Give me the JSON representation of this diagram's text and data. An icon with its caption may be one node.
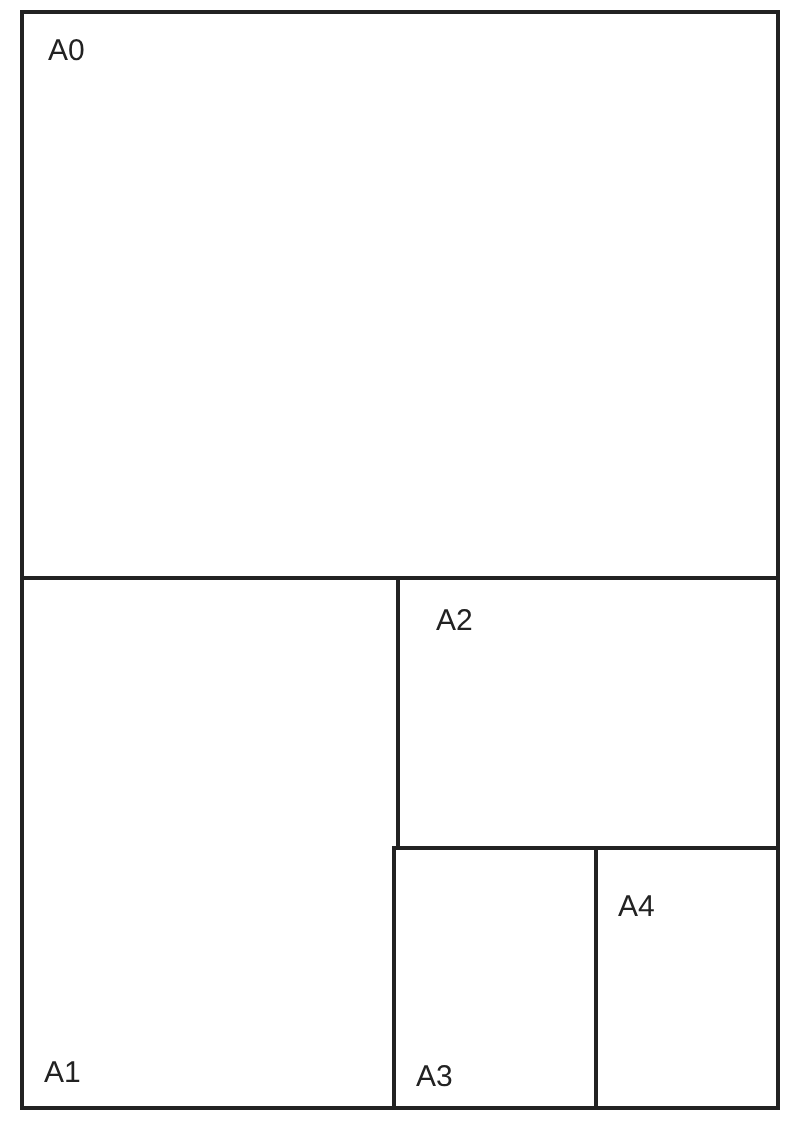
{
  "diagram": {
    "nodes": [
      {
        "text": [
          "A0"
        ]
      },
      {
        "text": [
          "A1"
        ]
      },
      {
        "text": [
          "A2"
        ]
      },
      {
        "text": [
          "A3"
        ]
      },
      {
        "text": [
          "A4"
        ]
      }
    ]
  }
}
